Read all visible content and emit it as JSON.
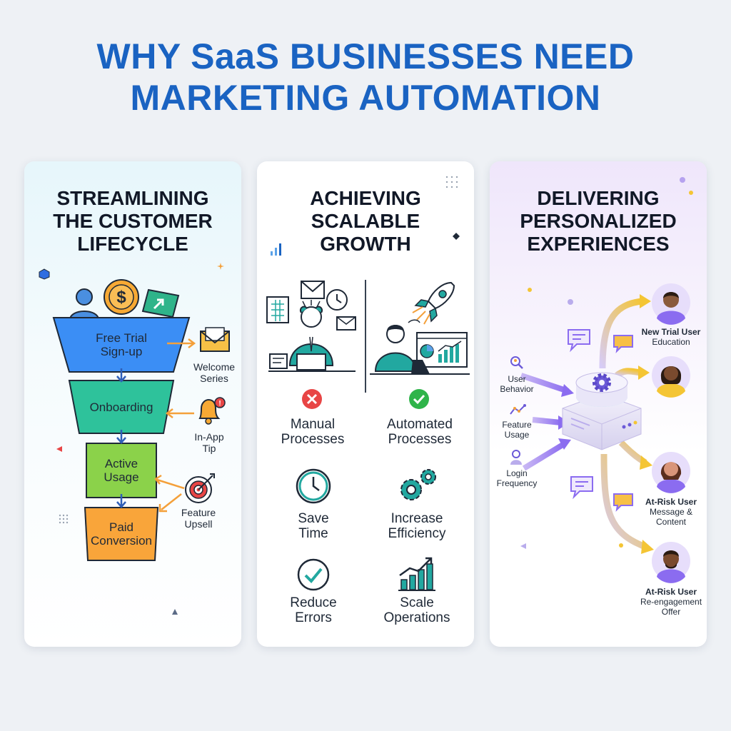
{
  "title": "WHY SaaS BUSINESSES NEED\nMARKETING AUTOMATION",
  "panels": {
    "lifecycle": {
      "title": "STREAMLINING\nTHE CUSTOMER\nLIFECYCLE",
      "stages": [
        "Free Trial\nSign-up",
        "Onboarding",
        "Active\nUsage",
        "Paid\nConversion"
      ],
      "touchpoints": [
        "Welcome\nSeries",
        "In-App\nTip",
        "Feature\nUpsell"
      ],
      "icons": [
        "user-icon",
        "dollar-coin-icon",
        "growth-chart-icon",
        "envelope-icon",
        "bell-icon",
        "target-icon"
      ]
    },
    "growth": {
      "title": "ACHIEVING\nSCALABLE\nGROWTH",
      "manual_label": "Manual\nProcesses",
      "automated_label": "Automated\nProcesses",
      "benefits": [
        "Save\nTime",
        "Increase\nEfficiency",
        "Reduce\nErrors",
        "Scale\nOperations"
      ],
      "icons": [
        "clock-icon",
        "gears-icon",
        "checkmark-icon",
        "bar-chart-icon",
        "rocket-icon",
        "cross-icon"
      ]
    },
    "personalized": {
      "title": "DELIVERING\nPERSONALIZED\nEXPERIENCES",
      "inputs": [
        "User\nBehavior",
        "Feature\nUsage",
        "Login\nFrequency"
      ],
      "outputs": [
        {
          "title": "New Trial User",
          "sub": "Education"
        },
        {
          "title": "At-Risk User",
          "sub": "Message &\nContent"
        },
        {
          "title": "At-Risk User",
          "sub": "Re-engagement\nOffer"
        }
      ],
      "icons": [
        "automation-engine-icon",
        "gear-icon",
        "chat-bubble-icon",
        "avatar-icon"
      ]
    }
  },
  "colors": {
    "title": "#1a63c2",
    "funnel_stage_1": "#3b8ef5",
    "funnel_stage_2": "#2ec29b",
    "funnel_stage_3": "#8bd24a",
    "funnel_stage_4": "#f9a53a",
    "teal": "#22a8a0",
    "purple": "#8b6cf0",
    "arrow_yellow": "#f4c534"
  }
}
